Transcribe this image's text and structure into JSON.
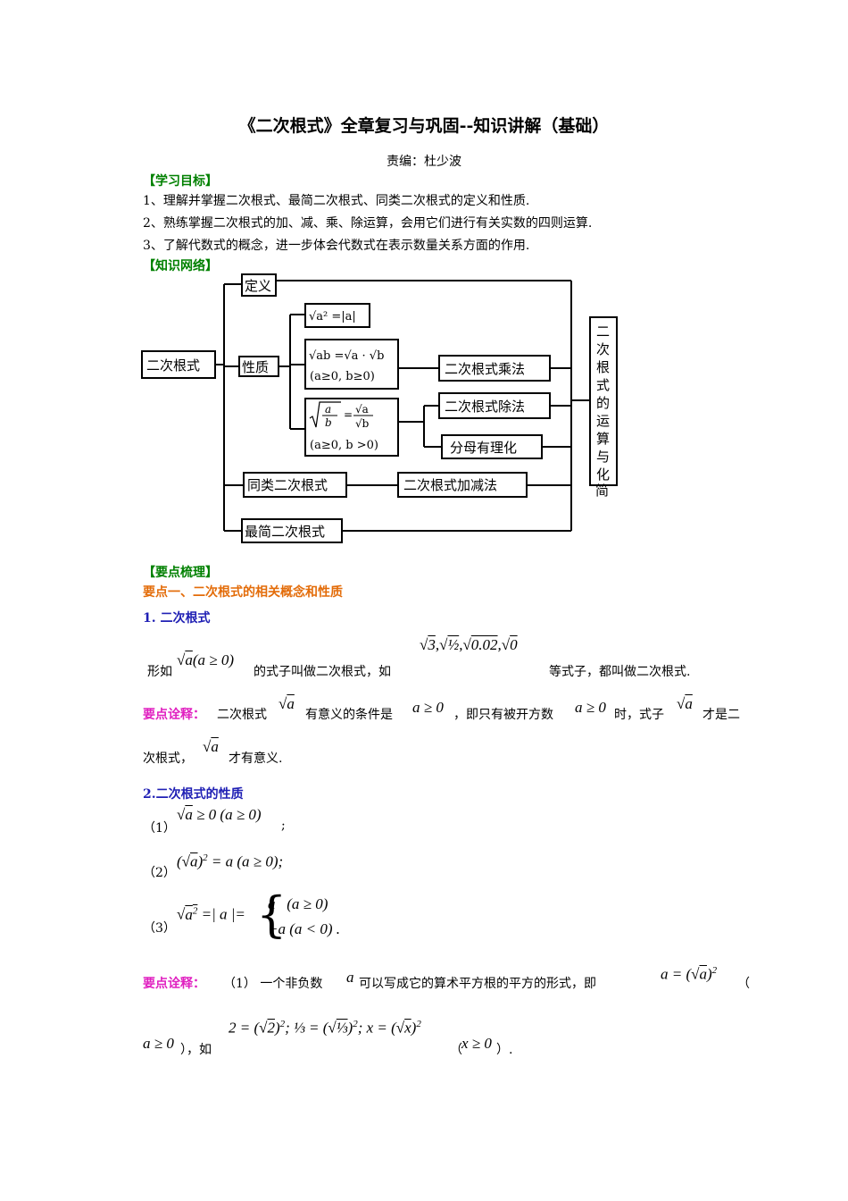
{
  "title": "《二次根式》全章复习与巩固--知识讲解（基础）",
  "editor": "责编：杜少波",
  "goals": {
    "heading": "【学习目标】",
    "items": [
      "1、理解并掌握二次根式、最简二次根式、同类二次根式的定义和性质.",
      "2、熟练掌握二次根式的加、减、乘、除运算，会用它们进行有关实数的四则运算.",
      "3、了解代数式的概念，进一步体会代数式在表示数量关系方面的作用."
    ]
  },
  "network": {
    "heading": "【知识网络】",
    "root": "二次根式",
    "definition": "定义",
    "property": "性质",
    "formula1": "√a² =|a|",
    "formula2_top": "√ab =√a · √b",
    "formula2_cond": "(a≥0, b≥0)",
    "formula3_cond": "(a≥0, b >0)",
    "mult": "二次根式乘法",
    "div": "二次根式除法",
    "rationalize": "分母有理化",
    "similar": "同类二次根式",
    "addsub": "二次根式加减法",
    "simplest": "最简二次根式",
    "vertical": "二次根式的运算与化简"
  },
  "points": {
    "heading": "【要点梳理】",
    "point1": "要点一、二次根式的相关概念和性质",
    "sub1": "1.  二次根式",
    "def_prefix": "形如",
    "def_mid": "的式子叫做二次根式，如",
    "def_suffix": "等式子，都叫做二次根式.",
    "note_label": "要点诠释：",
    "note1_a": "二次根式",
    "note1_b": "有意义的条件是",
    "note1_c": "，即只有被开方数",
    "note1_d": "时，式子",
    "note1_e": "才是二",
    "note1_line2_a": "次根式，",
    "note1_line2_b": "才有意义.",
    "sub2": "2.二次根式的性质",
    "p1_label": "（1）",
    "p2_label": "（2）",
    "p3_label": "（3）",
    "note2_a": "（1）  一个非负数",
    "note2_b": "可以写成它的算术平方根的平方的形式，即",
    "note2_c": "（",
    "note2_line2_a": "），如",
    "note2_line2_b": "（",
    "note2_line2_c": "）."
  }
}
